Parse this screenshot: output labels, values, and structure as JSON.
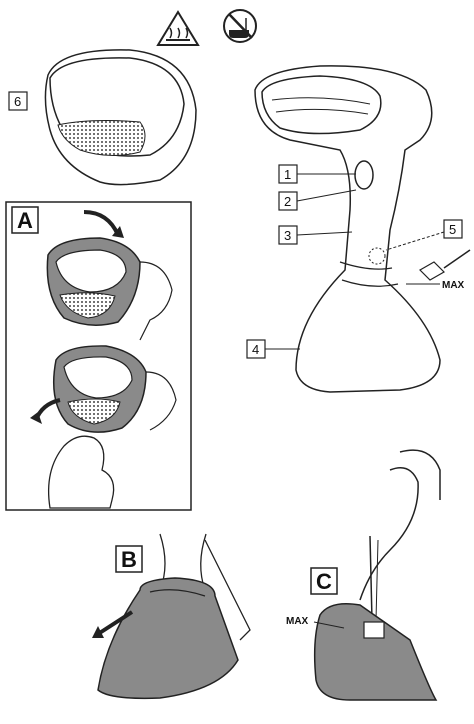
{
  "warning_icons": {
    "hot_surface": "hot-surface-warning-icon",
    "no_bath": "no-bathroom-use-icon"
  },
  "callouts": {
    "c1": "1",
    "c2": "2",
    "c3": "3",
    "c4": "4",
    "c5": "5",
    "c6": "6"
  },
  "max_label_top": "MAX",
  "max_label_bottom": "MAX",
  "panels": {
    "a": "A",
    "b": "B",
    "c": "C"
  },
  "colors": {
    "line": "#222222",
    "tank_fill": "#8a8a8a",
    "mesh": "#555555"
  }
}
